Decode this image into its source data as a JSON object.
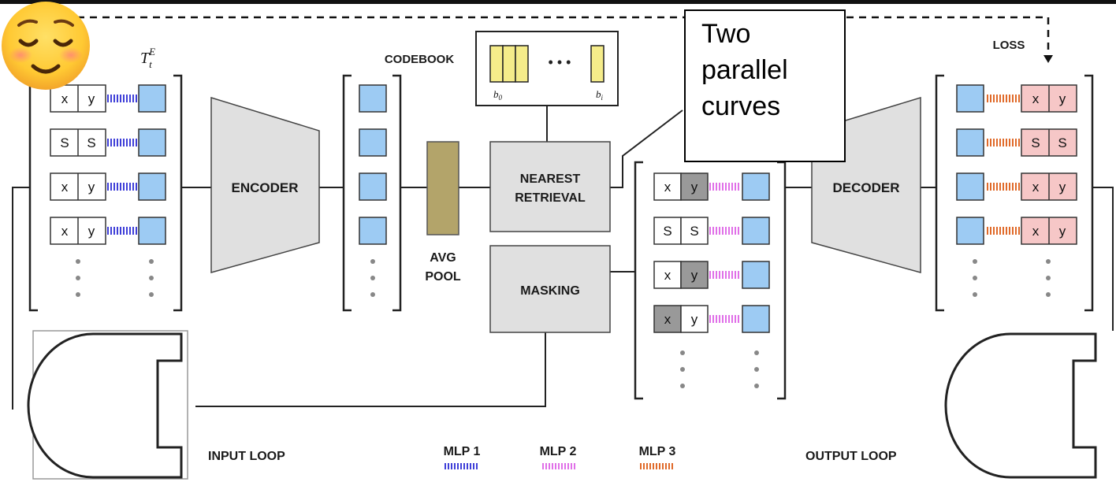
{
  "labels": {
    "encoder": "ENCODER",
    "decoder": "DECODER",
    "codebook": "CODEBOOK",
    "nearest_line1": "NEAREST",
    "nearest_line2": "RETRIEVAL",
    "masking": "MASKING",
    "avg_pool_line1": "AVG",
    "avg_pool_line2": "POOL",
    "input_loop": "INPUT LOOP",
    "output_loop": "OUTPUT LOOP",
    "loss": "LOSS",
    "token_symbol": "T",
    "token_sup": "E",
    "token_sub": "t",
    "codebook_first": "b",
    "codebook_first_sub": "0",
    "codebook_last": "b",
    "codebook_last_sub": "i",
    "codebook_dots": "• • •"
  },
  "legend": [
    {
      "label": "MLP 1",
      "color": "#3f3fd8"
    },
    {
      "label": "MLP 2",
      "color": "#e070e8"
    },
    {
      "label": "MLP 3",
      "color": "#e06a2a"
    }
  ],
  "input_rows": [
    {
      "a": "x",
      "b": "y"
    },
    {
      "a": "S",
      "b": "S"
    },
    {
      "a": "x",
      "b": "y"
    },
    {
      "a": "x",
      "b": "y"
    }
  ],
  "masked_rows": [
    {
      "a": "x",
      "b": "y",
      "masked": "b"
    },
    {
      "a": "S",
      "b": "S",
      "masked": ""
    },
    {
      "a": "x",
      "b": "y",
      "masked": "b"
    },
    {
      "a": "x",
      "b": "y",
      "masked": "a"
    }
  ],
  "output_rows": [
    {
      "a": "x",
      "b": "y"
    },
    {
      "a": "S",
      "b": "S"
    },
    {
      "a": "x",
      "b": "y"
    },
    {
      "a": "x",
      "b": "y"
    }
  ],
  "callout": {
    "line1": "Two",
    "line2": "parallel",
    "line3": "curves"
  },
  "emoji": "smiling-face-icon",
  "colors": {
    "token_blue": "#9dcbf3",
    "trapezoid_gray": "#e0e0e0",
    "masked_gray": "#999999",
    "avg_pool": "#b3a46a",
    "codebook_yellow": "#f5ec8a",
    "output_pink": "#f6c7c7"
  }
}
